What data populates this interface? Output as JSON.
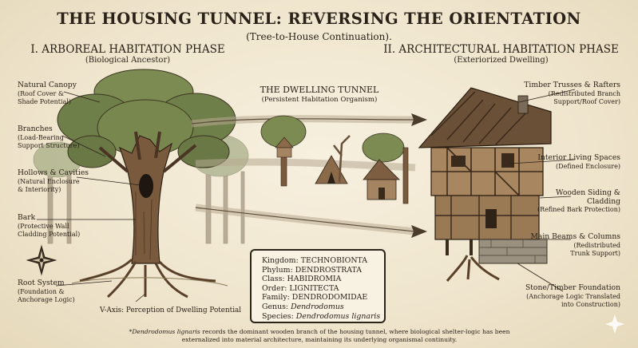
{
  "title": "THE HOUSING TUNNEL: REVERSING THE ORIENTATION",
  "subtitle": "(Tree-to-House Continuation).",
  "left_phase": {
    "title": "I. ARBOREAL HABITATION PHASE",
    "subtitle": "(Biological Ancestor)"
  },
  "right_phase": {
    "title": "II. ARCHITECTURAL HABITATION PHASE",
    "subtitle": "(Exteriorized Dwelling)"
  },
  "tunnel": {
    "title": "THE DWELLING TUNNEL",
    "subtitle": "(Persistent Habitation Organism)"
  },
  "left_labels": [
    {
      "name": "Natural Canopy",
      "desc1": "(Roof Cover &",
      "desc2": "Shade Potential)"
    },
    {
      "name": "Branches",
      "desc1": "(Load-Bearing",
      "desc2": "Support Structure)"
    },
    {
      "name": "Hollows & Cavities",
      "desc1": "(Natural Enclosure",
      "desc2": "& Interiority)"
    },
    {
      "name": "Bark",
      "desc1": "(Protective Wall",
      "desc2": "Cladding Potential)"
    },
    {
      "name": "Root System",
      "desc1": "(Foundation &",
      "desc2": "Anchorage Logic)"
    }
  ],
  "right_labels": [
    {
      "name": "Timber Trusses & Rafters",
      "desc1": "(Redistributed Branch",
      "desc2": "Support/Roof Cover)",
      "desc3": ""
    },
    {
      "name": "Interior Living Spaces",
      "desc1": "(Defined Enclosure)",
      "desc2": "",
      "desc3": ""
    },
    {
      "name": "Wooden Siding &",
      "desc1": "Cladding",
      "desc2": "(Refined Bark Protection)",
      "desc3": ""
    },
    {
      "name": "Main Beams & Columns",
      "desc1": "(Redistributed",
      "desc2": "Trunk Support)",
      "desc3": ""
    },
    {
      "name": "Stone/Timber Foundation",
      "desc1": "(Anchorage Logic Translated",
      "desc2": "into Construction)",
      "desc3": ""
    }
  ],
  "v_axis": {
    "prefix": "V-Axis:",
    "text": " Perception of Dwelling Potential"
  },
  "taxonomy": {
    "kingdom": {
      "key": "Kingdom:",
      "val": "TECHNOBIONTA"
    },
    "phylum": {
      "key": "Phylum:",
      "val": "DENDROSTRATA"
    },
    "class": {
      "key": "Class:",
      "val": "HABIDROMIA"
    },
    "order": {
      "key": "Order:",
      "val": "LIGNITECTA"
    },
    "family": {
      "key": "Family:",
      "val": "DENDRODOMIDAE"
    },
    "genus": {
      "key": "Genus:",
      "val": "Dendrodomus"
    },
    "species": {
      "key": "Species:",
      "val": "Dendrodomus lignaris"
    }
  },
  "footnote": {
    "species": "*Dendrodomus lignaris",
    "line1": " records the dominant wooden branch of the housing tunnel, where biological shelter-logic has been",
    "line2": "externalized into material architecture, maintaining its underlying organismal continuity."
  },
  "colors": {
    "ink": "#2a2118",
    "paper": "#f1e8d3",
    "canopy": "#6f7f4a",
    "trunk": "#7a5a3c",
    "house": "#8a6a48",
    "stone": "#9a9080"
  },
  "icons": [
    "compass-rose-icon",
    "sparkle-icon"
  ]
}
